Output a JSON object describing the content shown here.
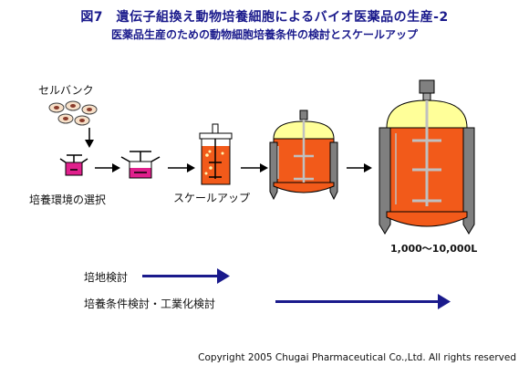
{
  "title": "図7　遺伝子組換え動物培養細胞によるバイオ医薬品の生産-2",
  "subtitle": "医薬品生産のための動物細胞培養条件の検討とスケールアップ",
  "labels": {
    "cell_bank": "セルバンク",
    "culture_env": "培養環境の選択",
    "scale_up": "スケールアップ",
    "volume": "1,000～10,000L",
    "medium_study": "培地検討",
    "condition_study": "培養条件検討・工業化検討"
  },
  "copyright": "Copyright 2005 Chugai Pharmaceutical Co.,Ltd. All rights reserved",
  "colors": {
    "title": "#1a1a8c",
    "arrow_blue": "#1a1a8c",
    "culture_orange": "#f25a1a",
    "medium_pink": "#e0208c",
    "tank_lid": "#ffff99",
    "tank_gray": "#7f7f7f"
  }
}
